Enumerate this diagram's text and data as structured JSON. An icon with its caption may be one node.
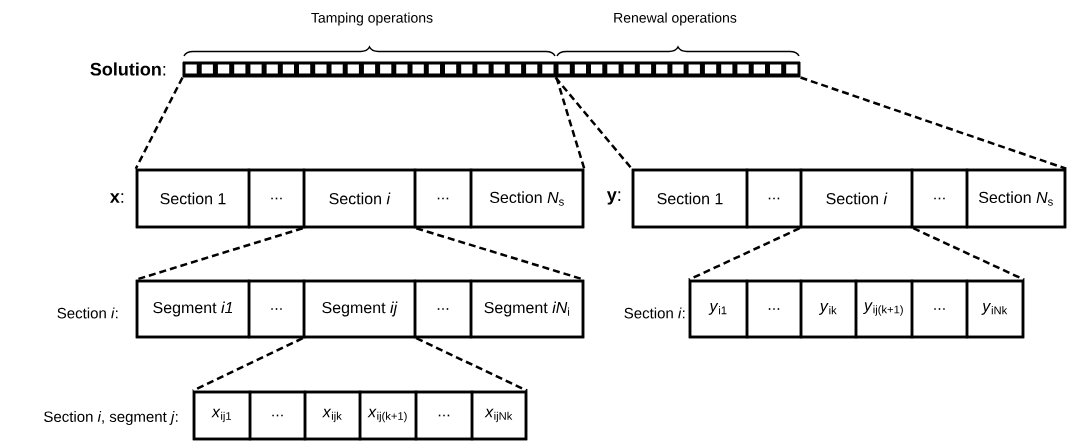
{
  "diagram": {
    "nodes": [
      {
        "text": [],
        "shape": "bar"
      },
      {
        "text": [],
        "shape": "bar"
      },
      {
        "text": [],
        "shape": "box"
      },
      {
        "text": [
          "Section 1"
        ],
        "in": 2
      },
      {
        "text": [
          "..."
        ],
        "in": 2
      },
      {
        "text": [
          "Section *i*"
        ],
        "in": 2
      },
      {
        "text": [
          "..."
        ],
        "in": 2
      },
      {
        "text": [
          "Section *N*$_{s}$"
        ],
        "in": 2
      },
      {
        "text": [],
        "shape": "box"
      },
      {
        "text": [
          "Section 1"
        ],
        "in": 8
      },
      {
        "text": [
          "..."
        ],
        "in": 8
      },
      {
        "text": [
          "Section *i*"
        ],
        "in": 8
      },
      {
        "text": [
          "..."
        ],
        "in": 8
      },
      {
        "text": [
          "Section *N*$_{s}$"
        ],
        "in": 8
      },
      {
        "text": [],
        "shape": "box"
      },
      {
        "text": [
          "Segment *i1*"
        ],
        "in": 14
      },
      {
        "text": [
          "..."
        ],
        "in": 14
      },
      {
        "text": [
          "Segment *ij*"
        ],
        "in": 14
      },
      {
        "text": [
          "..."
        ],
        "in": 14
      },
      {
        "text": [
          "Segment *iN*$_{i}$"
        ],
        "in": 14
      },
      {
        "text": [],
        "shape": "box"
      },
      {
        "text": [
          "*y*$_{i1}$"
        ],
        "in": 20
      },
      {
        "text": [
          "..."
        ],
        "in": 20
      },
      {
        "text": [
          "*y*$_{ik}$"
        ],
        "in": 20
      },
      {
        "text": [
          "*y*$_{ij(k+1)}$"
        ],
        "in": 20
      },
      {
        "text": [
          "..."
        ],
        "in": 20
      },
      {
        "text": [
          "*y*$_{iNk}$"
        ],
        "in": 20
      },
      {
        "text": [],
        "shape": "box"
      },
      {
        "text": [
          "*x*$_{ij1}$"
        ],
        "in": 27
      },
      {
        "text": [
          "..."
        ],
        "in": 27
      },
      {
        "text": [
          "*x*$_{ijk}$"
        ],
        "in": 27
      },
      {
        "text": [
          "*x*$_{ij(k+1)}$"
        ],
        "in": 27
      },
      {
        "text": [
          "..."
        ],
        "in": 27
      },
      {
        "text": [
          "*x*$_{ijNk}$"
        ],
        "in": 27
      }
    ],
    "edges": [
      {
        "from": 0,
        "to": 2,
        "arrow": "none",
        "style": "dashed"
      },
      {
        "from": 0,
        "to": 2,
        "arrow": "none",
        "style": "dashed"
      },
      {
        "from": 1,
        "to": 8,
        "arrow": "none",
        "style": "dashed"
      },
      {
        "from": 1,
        "to": 8,
        "arrow": "none",
        "style": "dashed"
      },
      {
        "from": 5,
        "to": 14,
        "arrow": "none",
        "style": "dashed"
      },
      {
        "from": 5,
        "to": 14,
        "arrow": "none",
        "style": "dashed"
      },
      {
        "from": 11,
        "to": 20,
        "arrow": "none",
        "style": "dashed"
      },
      {
        "from": 11,
        "to": 20,
        "arrow": "none",
        "style": "dashed"
      },
      {
        "from": 17,
        "to": 27,
        "arrow": "none",
        "style": "dashed"
      },
      {
        "from": 17,
        "to": 27,
        "arrow": "none",
        "style": "dashed"
      }
    ],
    "labels": [
      "Tamping operations",
      "Renewal operations",
      "**Solution**:",
      "**x**:",
      "**y**:",
      "Section *i*:",
      "Section *i*:",
      "Section *i*, segment *j*:"
    ]
  }
}
